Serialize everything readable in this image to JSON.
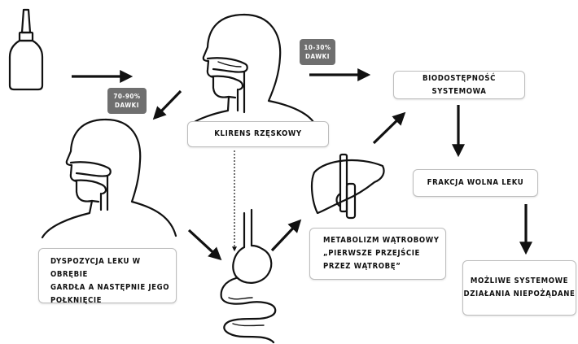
{
  "badges": {
    "top": {
      "value": "10-30%",
      "unit": "DAWKI"
    },
    "left": {
      "value": "70-90%",
      "unit": "DAWKI"
    }
  },
  "nodes": {
    "mucociliary_clearance": "KLIRENS RZĘSKOWY",
    "systemic_bioavailability": "BIODOSTĘPNOŚĆ SYSTEMOWA",
    "free_fraction": "FRAKCJA WOLNA LEKU",
    "adverse_effects": [
      "MOŻLIWE SYSTEMOWE",
      "DZIAŁANIA NIEPOŻĄDANE"
    ],
    "throat_disposition": [
      "DYSPOZYCJA LEKU W OBRĘBIE",
      "GARDŁA A NASTĘPNIE JEGO",
      "POŁKNIĘCIE"
    ],
    "liver_metabolism": [
      "METABOLIZM WĄTROBOWY",
      "„PIERWSZE PRZEJŚCIE",
      "PRZEZ WĄTROBĘ”"
    ]
  },
  "icons": [
    "nasal-spray-icon",
    "head-profile-icon",
    "head-profile-lower-icon",
    "liver-icon",
    "stomach-intestine-icon"
  ]
}
